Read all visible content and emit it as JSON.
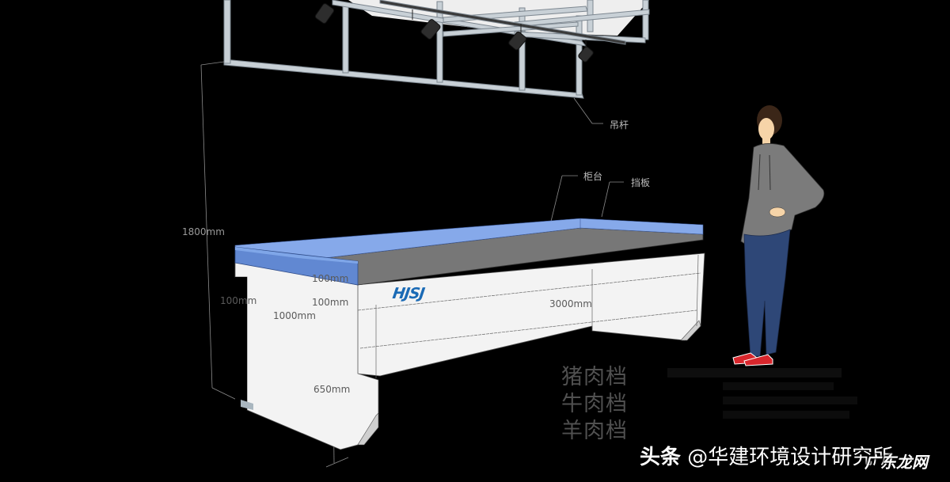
{
  "scene": {
    "title": "Meat counter stall 3D design render",
    "background_color": "#000000"
  },
  "callouts": {
    "hanger_rod": "吊杆",
    "counter": "柜台",
    "baffle": "挡板"
  },
  "dimensions": {
    "total_height": "1800mm",
    "baffle_height": "100mm",
    "top_thickness": "100mm",
    "side_offset": "100mm",
    "depth": "1000mm",
    "length": "3000mm",
    "counter_height": "650mm"
  },
  "logo": {
    "text": "HJSJ",
    "color": "#1a6ab5"
  },
  "stalls": [
    {
      "label": "猪肉档"
    },
    {
      "label": "牛肉档"
    },
    {
      "label": "羊肉档"
    }
  ],
  "faint_text_lines": [
    "",
    "",
    "",
    "",
    ""
  ],
  "watermark": {
    "platform": "头条",
    "handle": "@华建环境设计研究所",
    "overlay": "广东龙网"
  },
  "colors": {
    "counter_body": "#f3f3f3",
    "baffle_blue": "#7fa6e8",
    "baffle_blue_dark": "#5f86d0",
    "counter_top": "#777777",
    "frame": "#c8d0d6",
    "person_hoodie": "#7b7b7b",
    "person_jeans": "#2e4777",
    "person_shoes": "#d8262c"
  }
}
